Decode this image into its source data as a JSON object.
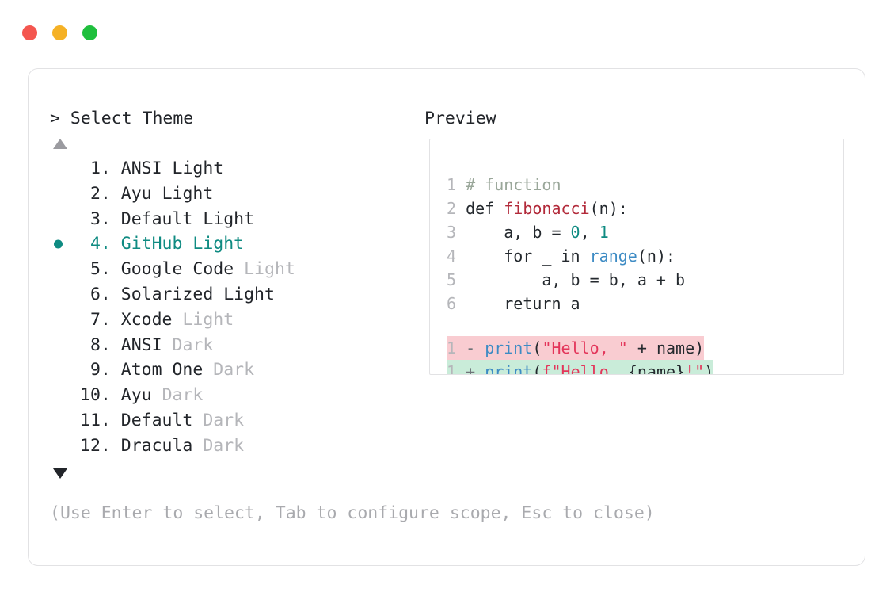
{
  "window": {
    "dots": [
      {
        "name": "close",
        "color": "#f4564f"
      },
      {
        "name": "minimize",
        "color": "#f5b125"
      },
      {
        "name": "maximize",
        "color": "#1fbf3d"
      }
    ]
  },
  "prompt": {
    "title": "> Select Theme",
    "scroll_up": "▲",
    "scroll_down": "▼",
    "hint": "(Use Enter to select, Tab to configure scope, Esc to close)"
  },
  "preview": {
    "title": "Preview"
  },
  "themes": [
    {
      "index": "1.",
      "name": "ANSI",
      "variant": "Light",
      "variant_dim": false,
      "selected": false
    },
    {
      "index": "2.",
      "name": "Ayu",
      "variant": "Light",
      "variant_dim": false,
      "selected": false
    },
    {
      "index": "3.",
      "name": "Default",
      "variant": "Light",
      "variant_dim": false,
      "selected": false
    },
    {
      "index": "4.",
      "name": "GitHub",
      "variant": "Light",
      "variant_dim": false,
      "selected": true
    },
    {
      "index": "5.",
      "name": "Google Code",
      "variant": "Light",
      "variant_dim": true,
      "selected": false
    },
    {
      "index": "6.",
      "name": "Solarized",
      "variant": "Light",
      "variant_dim": false,
      "selected": false
    },
    {
      "index": "7.",
      "name": "Xcode",
      "variant": "Light",
      "variant_dim": true,
      "selected": false
    },
    {
      "index": "8.",
      "name": "ANSI",
      "variant": "Dark",
      "variant_dim": true,
      "selected": false
    },
    {
      "index": "9.",
      "name": "Atom One",
      "variant": "Dark",
      "variant_dim": true,
      "selected": false
    },
    {
      "index": "10.",
      "name": "Ayu",
      "variant": "Dark",
      "variant_dim": true,
      "selected": false
    },
    {
      "index": "11.",
      "name": "Default",
      "variant": "Dark",
      "variant_dim": true,
      "selected": false
    },
    {
      "index": "12.",
      "name": "Dracula",
      "variant": "Dark",
      "variant_dim": true,
      "selected": false
    }
  ],
  "code_lines": [
    {
      "ln": "1",
      "tokens": [
        {
          "t": "# function",
          "c": "comment"
        }
      ]
    },
    {
      "ln": "2",
      "tokens": [
        {
          "t": "def ",
          "c": "plain"
        },
        {
          "t": "fibonacci",
          "c": "func"
        },
        {
          "t": "(n):",
          "c": "plain"
        }
      ]
    },
    {
      "ln": "3",
      "tokens": [
        {
          "t": "    a, b = ",
          "c": "plain"
        },
        {
          "t": "0",
          "c": "num"
        },
        {
          "t": ", ",
          "c": "plain"
        },
        {
          "t": "1",
          "c": "num"
        }
      ]
    },
    {
      "ln": "4",
      "tokens": [
        {
          "t": "    for _ in ",
          "c": "plain"
        },
        {
          "t": "range",
          "c": "builtin"
        },
        {
          "t": "(n):",
          "c": "plain"
        }
      ]
    },
    {
      "ln": "5",
      "tokens": [
        {
          "t": "        a, b = b, a + b",
          "c": "plain"
        }
      ]
    },
    {
      "ln": "6",
      "tokens": [
        {
          "t": "    return a",
          "c": "plain"
        }
      ]
    }
  ],
  "diff_lines": [
    {
      "ln": "1",
      "sign": "-",
      "kind": "del",
      "tokens": [
        {
          "t": "print",
          "c": "builtin"
        },
        {
          "t": "(",
          "c": "plain"
        },
        {
          "t": "\"Hello, \"",
          "c": "string"
        },
        {
          "t": " + name)",
          "c": "plain"
        }
      ]
    },
    {
      "ln": "1",
      "sign": "+",
      "kind": "add",
      "tokens": [
        {
          "t": "print",
          "c": "builtin"
        },
        {
          "t": "(",
          "c": "plain"
        },
        {
          "t": "f\"Hello, ",
          "c": "string"
        },
        {
          "t": "{name}",
          "c": "plain"
        },
        {
          "t": "!\"",
          "c": "string"
        },
        {
          "t": ")",
          "c": "plain"
        }
      ]
    }
  ],
  "colors": {
    "accent_teal": "#0f8b82",
    "dim_gray": "#b5b6ba",
    "hint_gray": "#a9aaae",
    "text_dark": "#22252a",
    "diff_del_bg": "#f9ccd1",
    "diff_add_bg": "#c9ecd9",
    "border": "#e2e2e4"
  }
}
